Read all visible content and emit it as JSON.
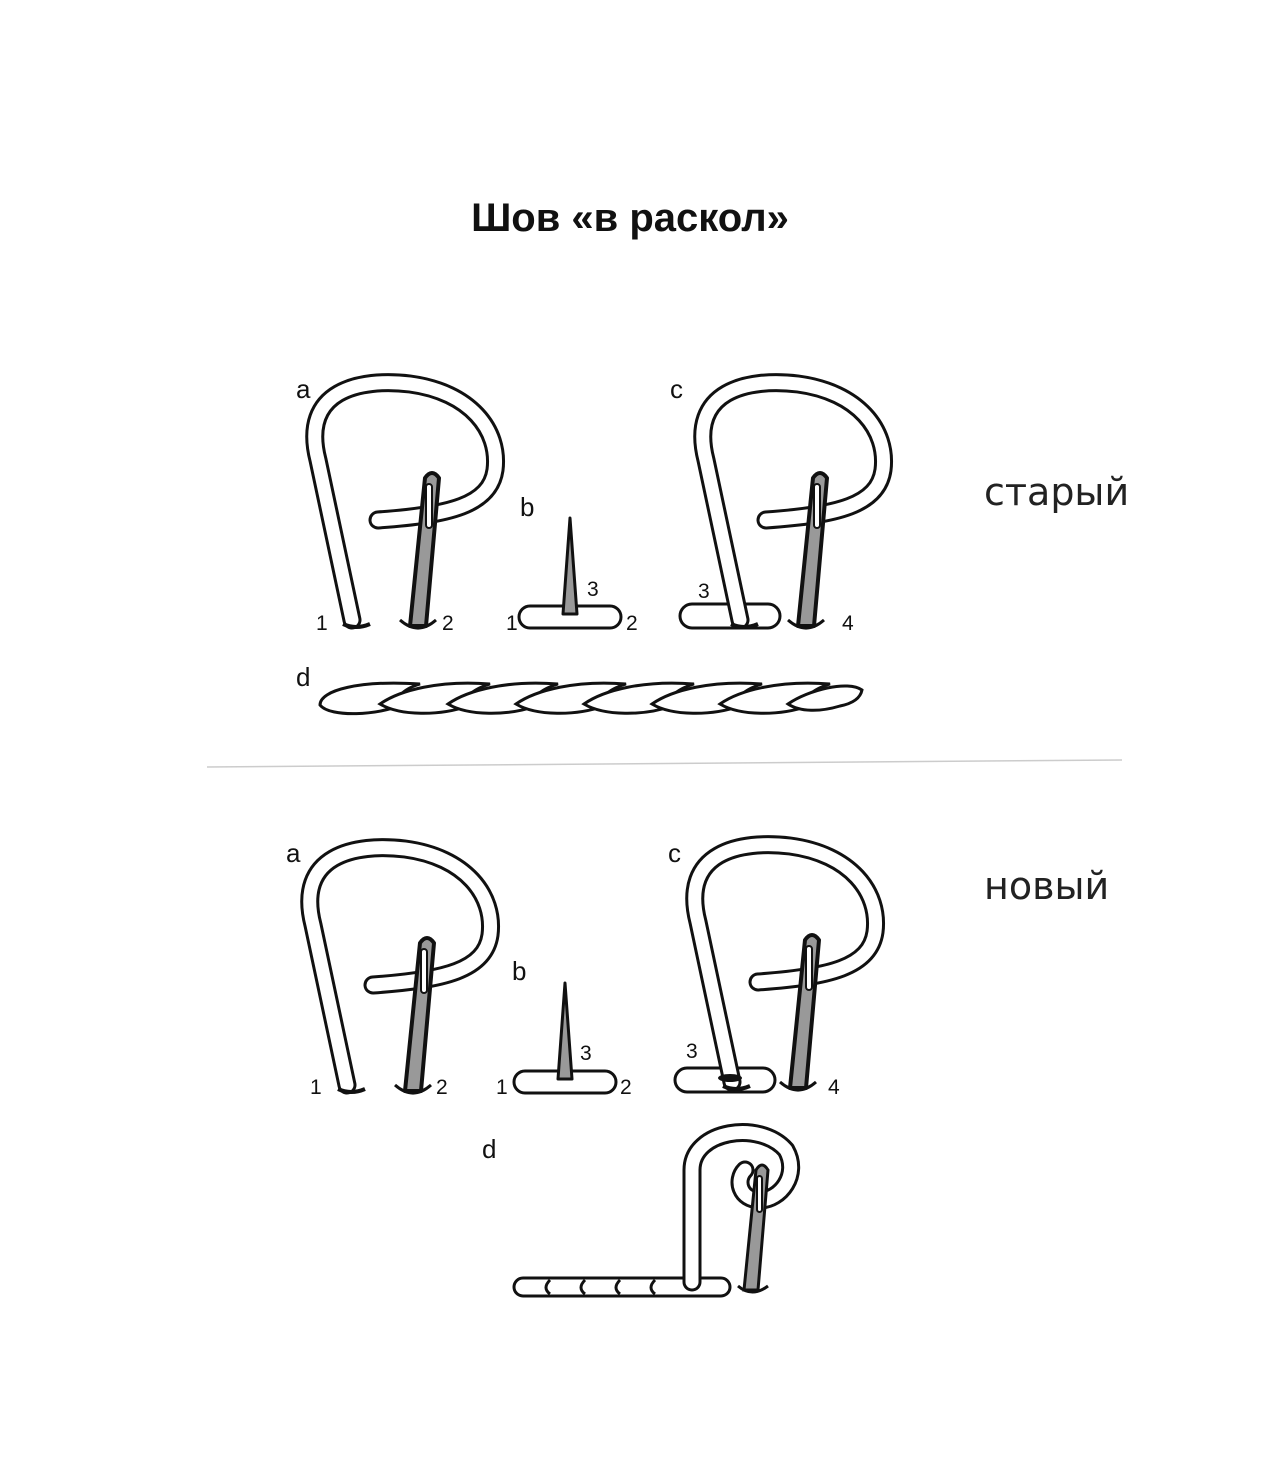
{
  "title": "Шов «в раскол»",
  "variants": {
    "old": {
      "label": "старый",
      "steps": {
        "a": "a",
        "b": "b",
        "c": "c",
        "d": "d"
      },
      "numbers": {
        "a1": "1",
        "a2": "2",
        "b1": "1",
        "b2": "2",
        "b3": "3",
        "c3": "3",
        "c4": "4"
      }
    },
    "new": {
      "label": "новый",
      "steps": {
        "a": "a",
        "b": "b",
        "c": "c",
        "d": "d"
      },
      "numbers": {
        "a1": "1",
        "a2": "2",
        "b1": "1",
        "b2": "2",
        "b3": "3",
        "c3": "3",
        "c4": "4"
      }
    }
  },
  "colors": {
    "needle": "#999999",
    "outline": "#111111",
    "thread": "#ffffff"
  }
}
